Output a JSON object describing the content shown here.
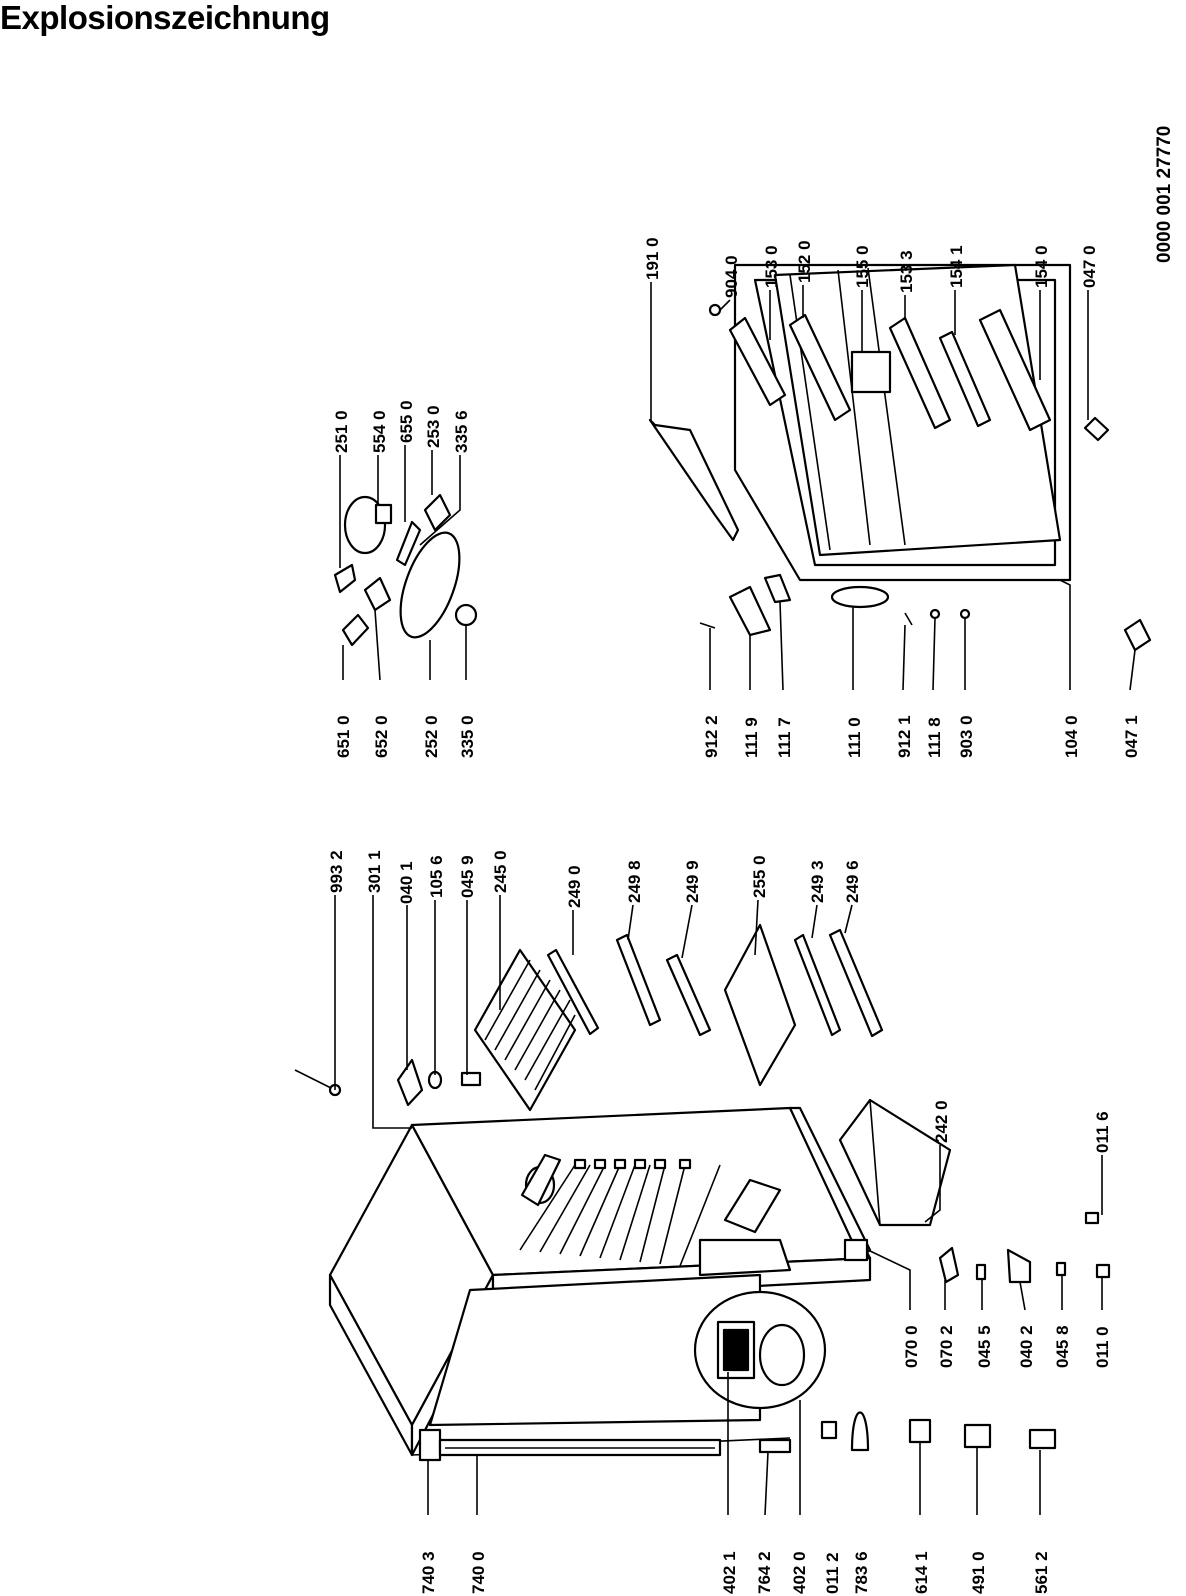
{
  "title": "Explosionszeichnung",
  "drawing_number": "0000 001 27770",
  "callouts": {
    "c9932": "993 2",
    "c3011": "301 1",
    "c0401": "040 1",
    "c1056": "105 6",
    "c0459": "045 9",
    "c2450": "245 0",
    "c2490": "249 0",
    "c2498": "249 8",
    "c2499": "249 9",
    "c2550": "255 0",
    "c2493": "249 3",
    "c2496": "249 6",
    "c2420": "242 0",
    "c0116": "011 6",
    "c0700": "070 0",
    "c0702": "070 2",
    "c0455": "045 5",
    "c0402": "040 2",
    "c0458": "045 8",
    "c0110": "011 0",
    "c7403": "740 3",
    "c7400": "740 0",
    "c4021": "402 1",
    "c7642": "764 2",
    "c4020": "402 0",
    "c0112": "011 2",
    "c7836": "783 6",
    "c6141": "614 1",
    "c4910": "491 0",
    "c5612": "561 2",
    "c2510": "251 0",
    "c5540": "554 0",
    "c6550": "655 0",
    "c2530": "253 0",
    "c3356": "335 6",
    "c6510": "651 0",
    "c6520": "652 0",
    "c2520": "252 0",
    "c3350": "335 0",
    "c1910": "191 0",
    "c9040": "904 0",
    "c1530": "153 0",
    "c1520": "152 0",
    "c1550": "155 0",
    "c1533": "153 3",
    "c1541": "154 1",
    "c1540": "154 0",
    "c0470": "047 0",
    "c9122": "912 2",
    "c1119": "111 9",
    "c1117": "111 7",
    "c1110": "111 0",
    "c9121": "912 1",
    "c1118": "111 8",
    "c9030": "903 0",
    "c1040": "104 0",
    "c0471": "047 1"
  }
}
